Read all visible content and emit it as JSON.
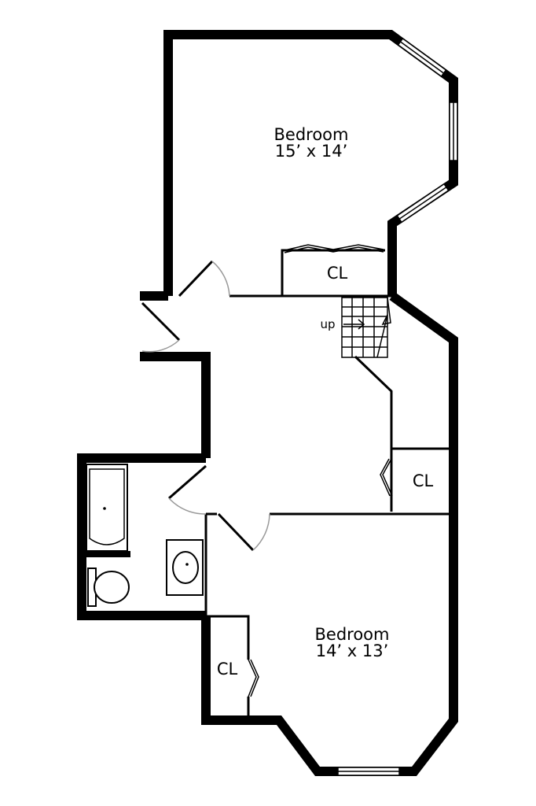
{
  "rooms": {
    "bedroom_top": {
      "name": "Bedroom",
      "dims": "15’ x 14’"
    },
    "bedroom_bottom": {
      "name": "Bedroom",
      "dims": "14’ x 13’"
    }
  },
  "closets": {
    "top": "CL",
    "right": "CL",
    "bottom_left": "CL"
  },
  "stairs": {
    "direction": "up"
  }
}
